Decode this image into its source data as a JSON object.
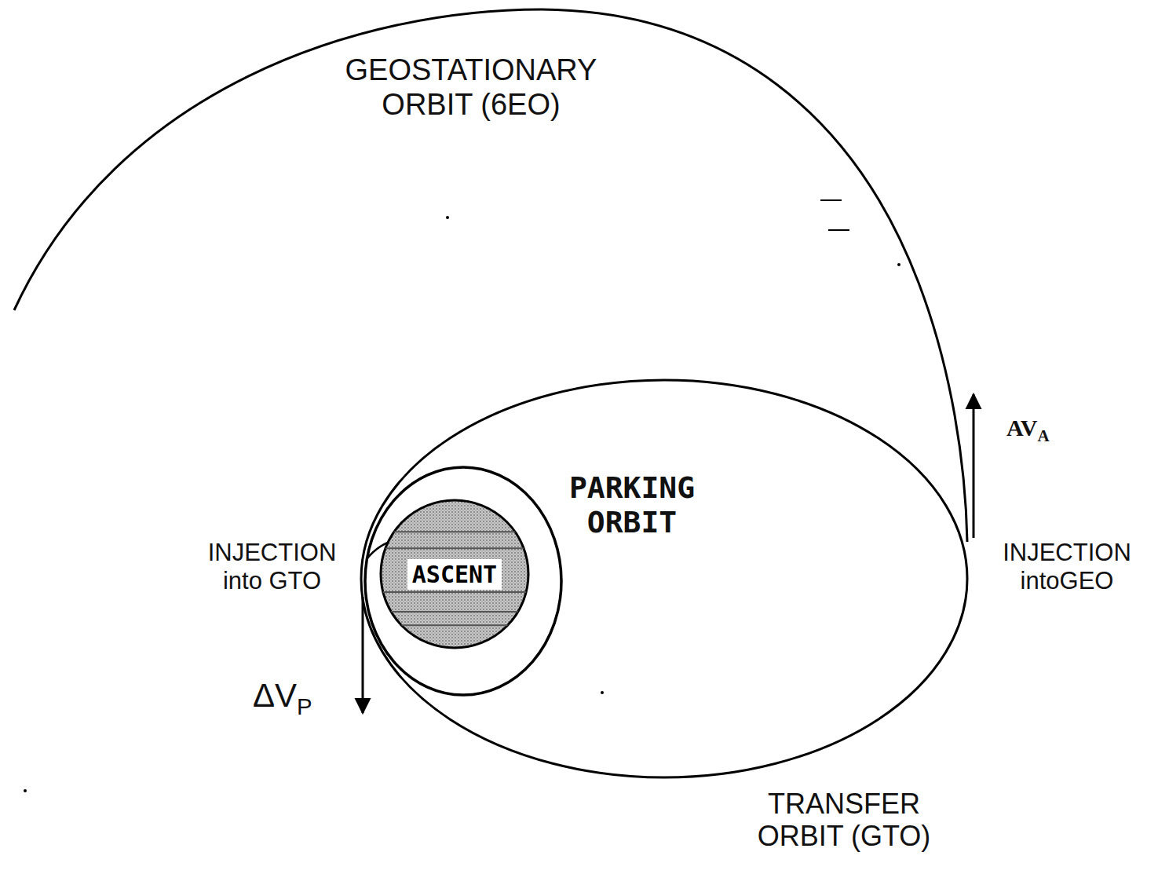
{
  "diagram": {
    "nodes": [
      {
        "text": [
          "ASCENT"
        ]
      }
    ],
    "labels": [
      "GEOSTATIONARY ORBIT (6EO)",
      "PARKING ORBIT",
      "INJECTION into GTO",
      "INJECTION intoGEO",
      "TRANSFER ORBIT (GTO)",
      "ΔVP",
      "AVA"
    ]
  }
}
